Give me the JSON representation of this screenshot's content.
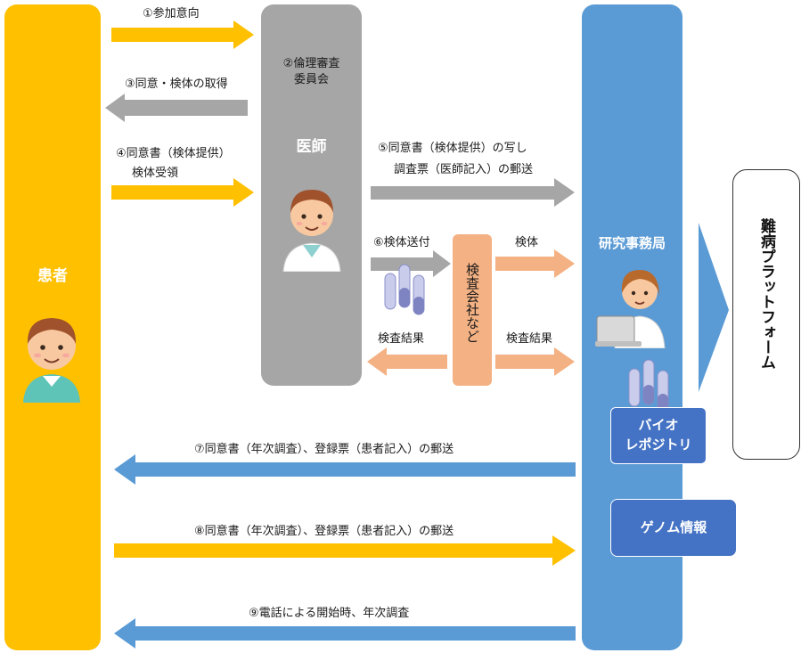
{
  "colors": {
    "patient": "#FFC000",
    "doctor": "#A6A6A6",
    "office": "#5B9BD5",
    "lab": "#F4B183",
    "blue_box": "#4472C4",
    "gray_arrow": "#A6A6A6",
    "yellow_arrow": "#FFC000",
    "blue_arrow": "#5B9BD5",
    "salmon_arrow": "#F4B183"
  },
  "patient": {
    "label": "患者",
    "icon": "patient-person-icon"
  },
  "doctor": {
    "ethics_line1": "②倫理審査",
    "ethics_line2": "委員会",
    "label": "医師",
    "icon": "doctor-person-icon"
  },
  "lab": {
    "label": "検査会社など"
  },
  "office": {
    "label": "研究事務局",
    "icon": "researcher-at-laptop-icon",
    "biorepo_line1": "バイオ",
    "biorepo_line2": "レポジトリ",
    "genome": "ゲノム情報"
  },
  "platform": {
    "label": "難病プラットフォーム"
  },
  "flows": {
    "f1": "①参加意向",
    "f3": "③同意・検体の取得",
    "f4_line1": "④同意書（検体提供）",
    "f4_line2": "検体受領",
    "f5_line1": "⑤同意書（検体提供）の写し",
    "f5_line2": "調査票（医師記入）の郵送",
    "f6": "⑥検体送付",
    "lab_to_office": "検体",
    "lab_to_doctor": "検査結果",
    "lab_result_office": "検査結果",
    "f7": "⑦同意書（年次調査）、登録票（患者記入）の郵送",
    "f8": "⑧同意書（年次調査）、登録票（患者記入）の郵送",
    "f9": "⑨電話による開始時、年次調査"
  }
}
